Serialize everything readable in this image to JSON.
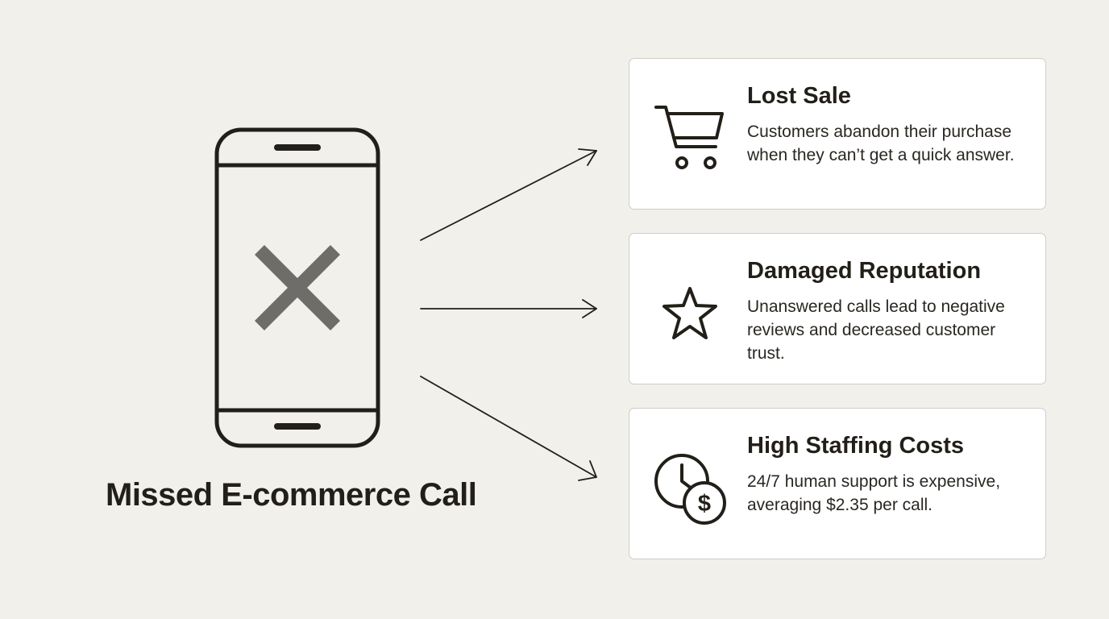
{
  "colors": {
    "background": "#f1f0eb",
    "card_background": "#ffffff",
    "card_border": "#cfcdc6",
    "ink": "#221f19",
    "x_mark": "#6e6d6a"
  },
  "diagram": {
    "source": {
      "icon": "phone-with-x-icon",
      "label": "Missed E-commerce Call"
    },
    "consequences": [
      {
        "icon": "shopping-cart-icon",
        "title": "Lost Sale",
        "description": "Customers abandon their purchase when they can’t get a quick answer."
      },
      {
        "icon": "star-icon",
        "title": "Damaged Reputation",
        "description": "Unanswered calls lead to negative reviews and decreased customer trust."
      },
      {
        "icon": "clock-dollar-icon",
        "title": "High Staffing Costs",
        "description": "24/7 human support is expensive, averaging $2.35 per call."
      }
    ]
  }
}
